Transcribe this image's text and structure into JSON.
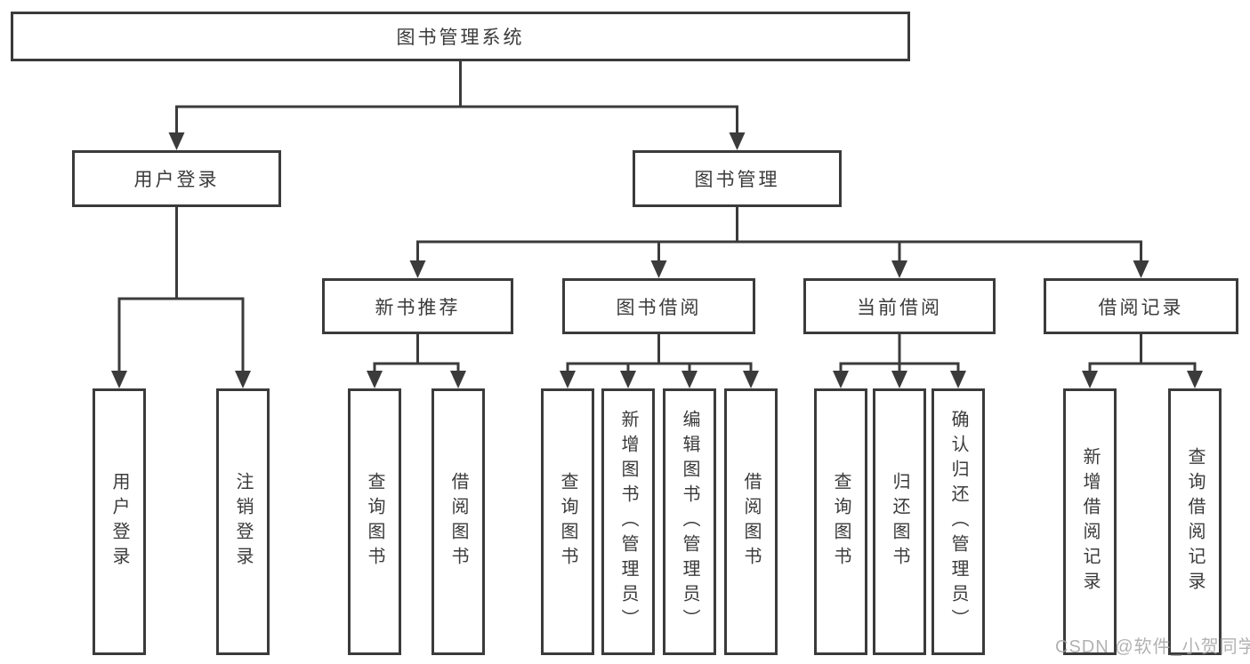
{
  "diagram": {
    "root": {
      "label": "图书管理系统"
    },
    "branches": [
      {
        "label": "用户登录",
        "children": [
          {
            "label": "用户登录"
          },
          {
            "label": "注销登录"
          }
        ]
      },
      {
        "label": "图书管理",
        "children": [
          {
            "label": "新书推荐",
            "children": [
              {
                "label": "查询图书"
              },
              {
                "label": "借阅图书"
              }
            ]
          },
          {
            "label": "图书借阅",
            "children": [
              {
                "label": "查询图书"
              },
              {
                "label": "新增图书（管理员）"
              },
              {
                "label": "编辑图书（管理员）"
              },
              {
                "label": "借阅图书"
              }
            ]
          },
          {
            "label": "当前借阅",
            "children": [
              {
                "label": "查询图书"
              },
              {
                "label": "归还图书"
              },
              {
                "label": "确认归还（管理员）"
              }
            ]
          },
          {
            "label": "借阅记录",
            "children": [
              {
                "label": "新增借阅记录"
              },
              {
                "label": "查询借阅记录"
              }
            ]
          }
        ]
      }
    ]
  },
  "watermark": {
    "text": "CSDN @软件_小贺同学"
  },
  "colors": {
    "line": "#3b3b3b",
    "text": "#3b3b3b",
    "box_background": "#ffffff",
    "page_background": "#ffffff",
    "watermark": "#a5a5a5"
  }
}
